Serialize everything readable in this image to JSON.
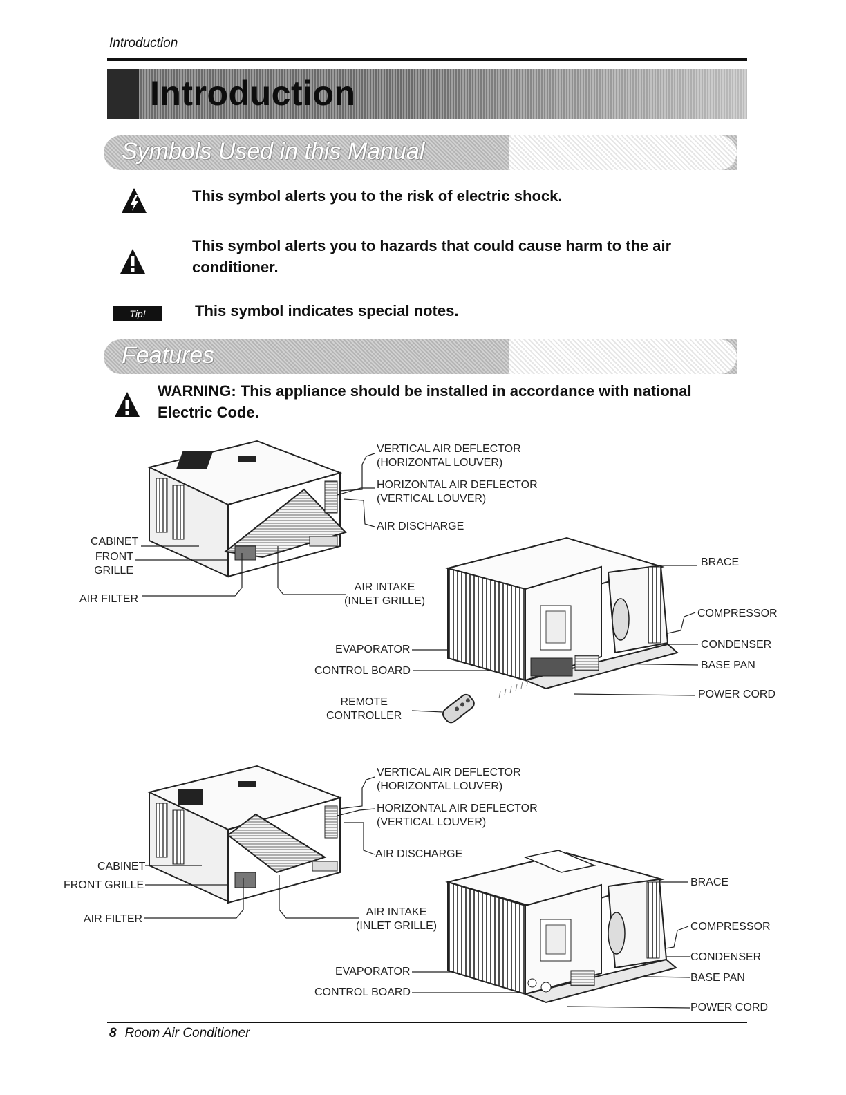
{
  "header": {
    "running_title": "Introduction"
  },
  "title": "Introduction",
  "symbols_section": {
    "heading": "Symbols Used in this Manual",
    "items": [
      {
        "icon": "electric-shock-warning-icon",
        "text": "This symbol alerts you to the risk of electric shock."
      },
      {
        "icon": "caution-exclamation-icon",
        "text": "This symbol alerts you to hazards that could cause harm to the air conditioner."
      },
      {
        "icon": "tip-badge",
        "badge": "Tip!",
        "text": "This symbol indicates special notes."
      }
    ]
  },
  "features_section": {
    "heading": "Features",
    "warning": "WARNING: This appliance should be installed in accordance with national Electric Code."
  },
  "diagram_1": {
    "vertical_air_deflector": [
      "VERTICAL AIR DEFLECTOR",
      "(HORIZONTAL LOUVER)"
    ],
    "horizontal_air_deflector": [
      "HORIZONTAL AIR DEFLECTOR",
      "(VERTICAL LOUVER)"
    ],
    "air_discharge": "AIR DISCHARGE",
    "cabinet": "CABINET",
    "front_grille": [
      "FRONT",
      "GRILLE"
    ],
    "air_filter": "AIR FILTER",
    "air_intake": [
      "AIR INTAKE",
      "(INLET GRILLE)"
    ],
    "brace": "BRACE",
    "compressor": "COMPRESSOR",
    "condenser": "CONDENSER",
    "base_pan": "BASE PAN",
    "power_cord": "POWER CORD",
    "evaporator": "EVAPORATOR",
    "control_board": "CONTROL BOARD",
    "remote_controller": [
      "REMOTE",
      "CONTROLLER"
    ]
  },
  "diagram_2": {
    "vertical_air_deflector": [
      "VERTICAL AIR DEFLECTOR",
      "(HORIZONTAL LOUVER)"
    ],
    "horizontal_air_deflector": [
      "HORIZONTAL AIR DEFLECTOR",
      "(VERTICAL LOUVER)"
    ],
    "air_discharge": "AIR DISCHARGE",
    "cabinet": "CABINET",
    "front_grille": "FRONT GRILLE",
    "air_filter": "AIR FILTER",
    "air_intake": [
      "AIR INTAKE",
      "(INLET GRILLE)"
    ],
    "brace": "BRACE",
    "compressor": "COMPRESSOR",
    "condenser": "CONDENSER",
    "base_pan": "BASE PAN",
    "power_cord": "POWER CORD",
    "evaporator": "EVAPORATOR",
    "control_board": "CONTROL BOARD"
  },
  "footer": {
    "page_number": "8",
    "doc_title": "Room Air Conditioner"
  }
}
